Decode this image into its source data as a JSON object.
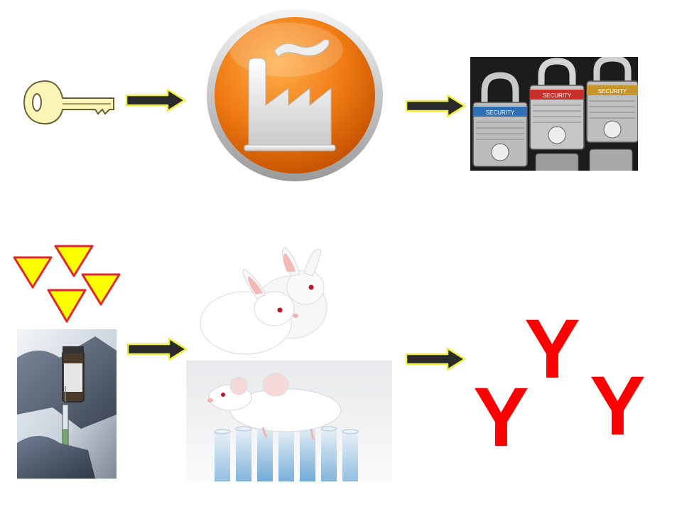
{
  "colors": {
    "arrow_fill": "#2a2a2a",
    "arrow_outline": "#f2ef3c",
    "antibody_red": "#ff0000",
    "triangle_fill": "#ffff00",
    "triangle_outline": "#e3262b",
    "factory_orange": "#f07a12",
    "key_fill": "#fbf5b8"
  },
  "icons": {
    "key": "key-icon",
    "factory": "factory-icon",
    "padlocks": "padlocks-image",
    "antigen_triangles": "triangle-icon",
    "syringe": "syringe-vial-image",
    "rabbits": "rabbits-image",
    "mouse": "mouse-test-tubes-image",
    "antibody": "antibody-y-icon",
    "arrow": "right-arrow-icon"
  },
  "padlock_labels": [
    "SECURITY",
    "SECURITY",
    "SECURITY"
  ],
  "antibody_letters": [
    "Y",
    "Y",
    "Y"
  ]
}
